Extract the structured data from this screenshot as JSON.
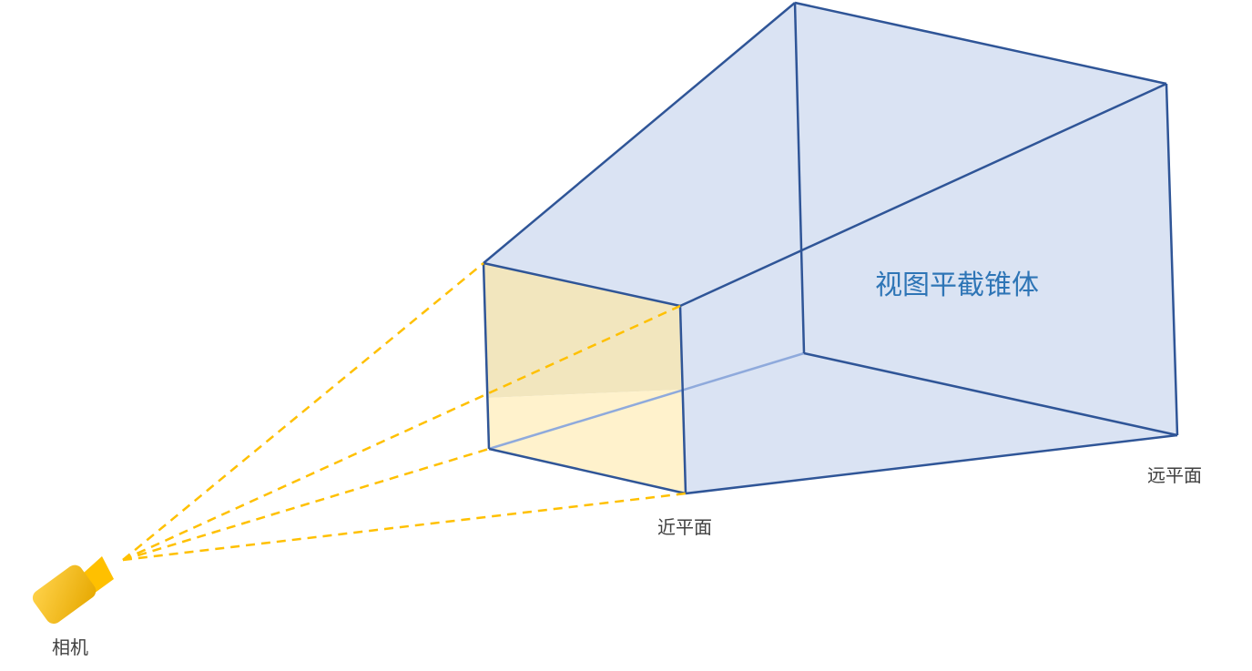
{
  "labels": {
    "frustum": "视图平截锥体",
    "near_plane": "近平面",
    "far_plane": "远平面",
    "camera": "相机"
  },
  "icons": {
    "camera": "camera-icon"
  },
  "colors": {
    "frustum_fill": "#dae3f3",
    "frustum_edge": "#2f5597",
    "hidden_edge": "#8faadc",
    "near_plane_fill": "#fff2cc",
    "near_plane_fill_dark": "#f2e6be",
    "sight_line": "#ffc000",
    "camera_body": "#ffc000",
    "frustum_text": "#2e75b6",
    "label_text": "#404040"
  }
}
